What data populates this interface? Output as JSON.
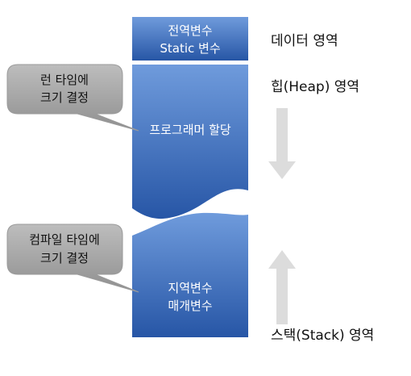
{
  "segments": {
    "data": {
      "line1": "전역변수",
      "line2": "Static 변수"
    },
    "heap": {
      "label": "프로그래머 할당"
    },
    "stack": {
      "line1": "지역변수",
      "line2": "매개변수"
    }
  },
  "side_labels": {
    "data": "데이터 영역",
    "heap": "힙(Heap) 영역",
    "stack": "스택(Stack) 영역"
  },
  "callouts": {
    "runtime": {
      "line1": "런 타임에",
      "line2": "크기 결정"
    },
    "compile": {
      "line1": "컴파일 타임에",
      "line2": "크기 결정"
    }
  },
  "arrows": {
    "heap_direction": "down",
    "stack_direction": "up"
  },
  "colors": {
    "block_top": "#6f9bdc",
    "block_bottom": "#2756a6",
    "bubble_fill": "#a6a6a6",
    "arrow_fill": "#dcdcdc"
  }
}
